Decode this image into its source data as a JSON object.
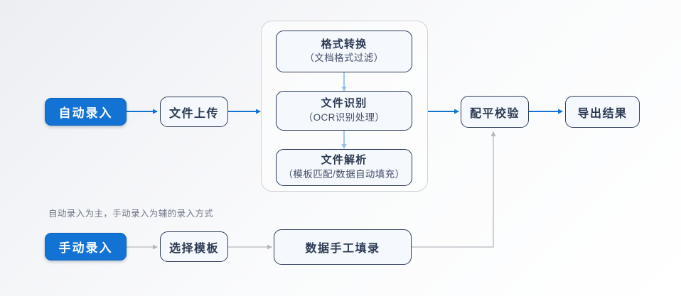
{
  "diagram": {
    "title": "自动录入为主，手动录入为辅的录入方式",
    "colors": {
      "accent_blue": "#1273d4",
      "box_border": "#31405c",
      "box_fill": "#f5f8fd",
      "group_border": "#cfd2d6",
      "gray_edge": "#b9bcc2",
      "caption_text": "#6f7787"
    },
    "nodes": {
      "auto_entry": {
        "label": "自动录入",
        "type": "primary-pill"
      },
      "file_upload": {
        "label": "文件上传",
        "type": "box"
      },
      "format_convert": {
        "label": "格式转换",
        "sub": "（文档格式过滤）",
        "type": "stepbox"
      },
      "file_recognize": {
        "label": "文件识别",
        "sub": "（OCR识别处理）",
        "type": "stepbox"
      },
      "file_parse": {
        "label": "文件解析",
        "sub": "（模板匹配/数据自动填充）",
        "type": "stepbox"
      },
      "balance_check": {
        "label": "配平校验",
        "type": "box"
      },
      "export_result": {
        "label": "导出结果",
        "type": "box"
      },
      "manual_entry": {
        "label": "手动录入",
        "type": "primary-pill"
      },
      "select_template": {
        "label": "选择模板",
        "type": "box"
      },
      "manual_fill": {
        "label": "数据手工填录",
        "type": "box"
      }
    },
    "caption": "自动录入为主，手动录入为辅的录入方式"
  }
}
